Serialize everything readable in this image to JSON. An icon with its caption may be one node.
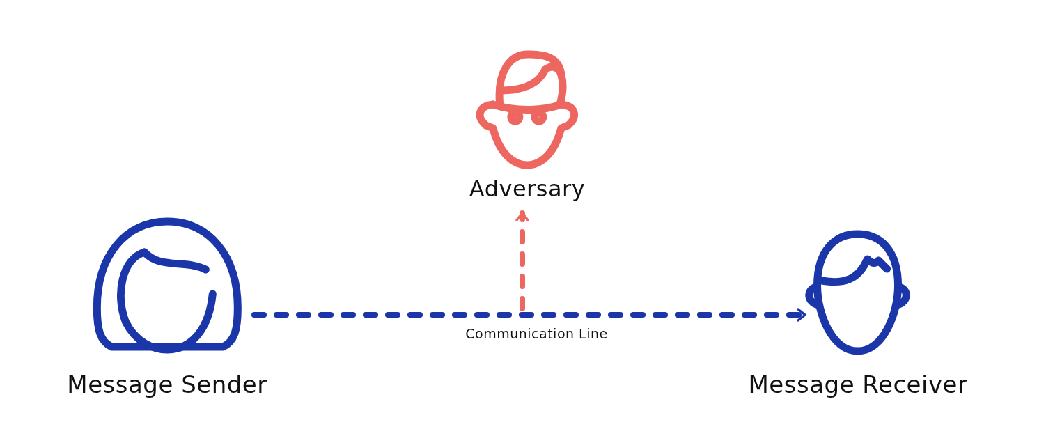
{
  "diagram": {
    "nodes": [
      {
        "text": [
          "Message Sender"
        ]
      },
      {
        "text": [
          "Adversary"
        ]
      },
      {
        "text": [
          "Message Receiver"
        ]
      }
    ],
    "edges": [
      {
        "from": 0,
        "to": 2,
        "arrow": "to",
        "style": "dashed",
        "color": "#1a36a8",
        "label": "Communication Line"
      },
      {
        "from": null,
        "to": 1,
        "arrow": "to",
        "style": "dashed",
        "color": "#ee6660"
      }
    ]
  }
}
